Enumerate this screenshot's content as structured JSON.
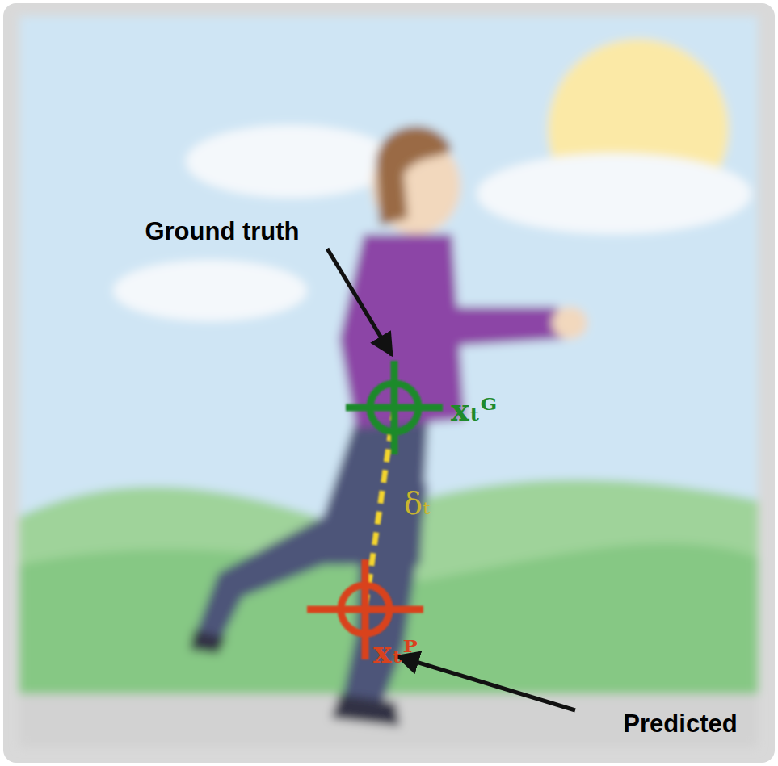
{
  "diagram": {
    "labels": [
      "Ground truth",
      "xₜᴳ",
      "δₜ",
      "xₜᴾ",
      "Predicted"
    ]
  }
}
